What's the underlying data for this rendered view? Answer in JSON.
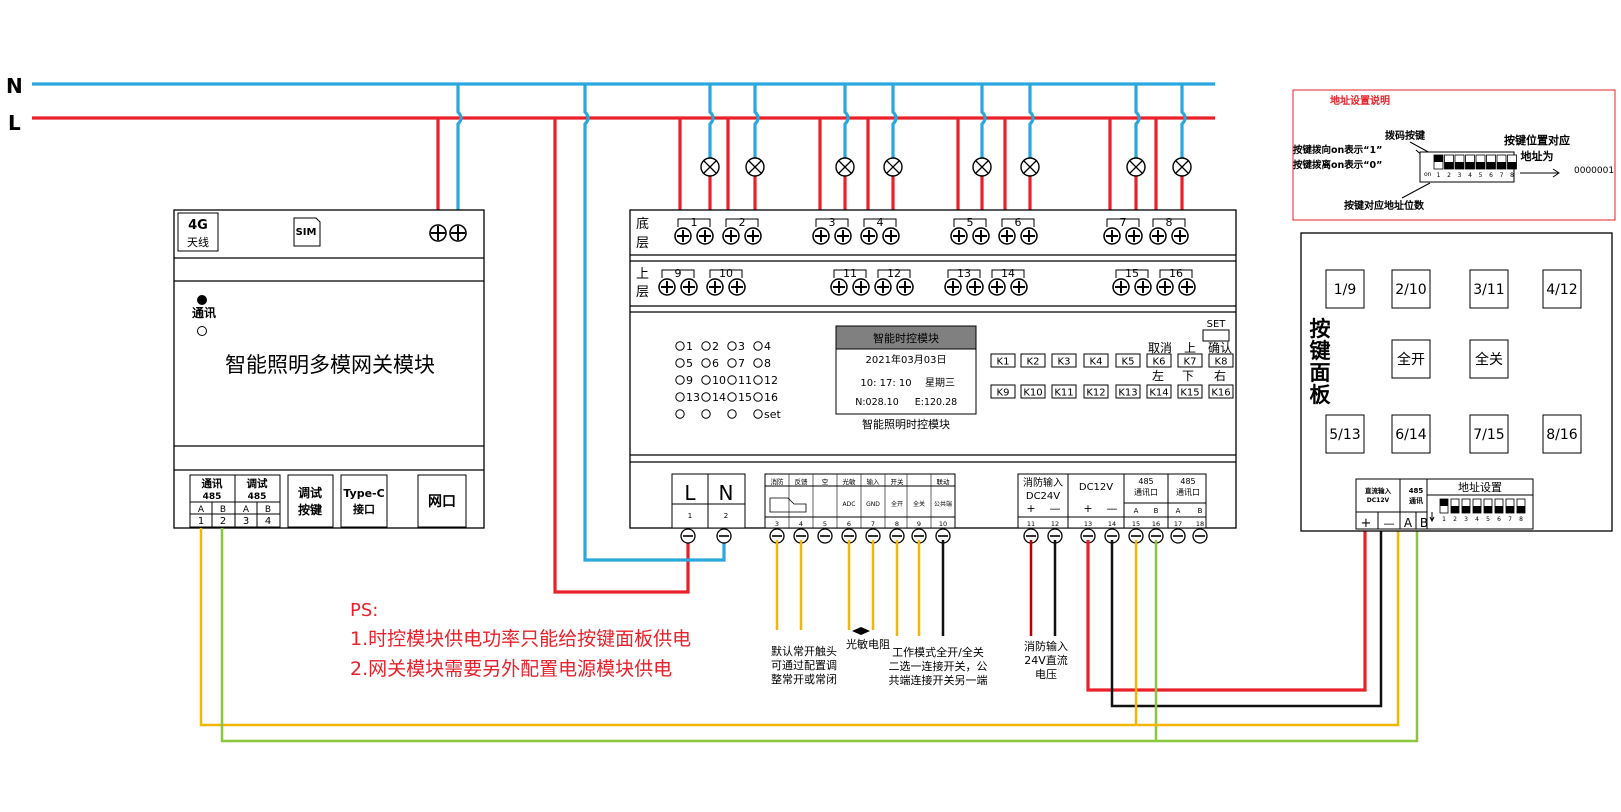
{
  "lines": {
    "n": "N",
    "l": "L"
  },
  "gateway": {
    "antenna": "4G",
    "antenna_sub": "天线",
    "sim": "SIM",
    "comm_led": "通讯",
    "title": "智能照明多模网关模块",
    "term_comm": "通讯",
    "term_comm_sub": "485",
    "term_debug": "调试",
    "term_debug_sub": "485",
    "pins": [
      "A",
      "B",
      "A",
      "B"
    ],
    "pin_nums": [
      "1",
      "2",
      "3",
      "4"
    ],
    "btn_debug": "调试",
    "btn_debug_2": "按键",
    "btn_typec": "Type-C",
    "btn_typec_2": "接口",
    "btn_net": "网口"
  },
  "timer": {
    "row_bottom": "底",
    "row_bottom_2": "层",
    "row_top": "上",
    "row_top_2": "层",
    "bottom_ch": [
      "1",
      "2",
      "3",
      "4",
      "5",
      "6",
      "7",
      "8"
    ],
    "top_ch": [
      "9",
      "10",
      "11",
      "12",
      "13",
      "14",
      "15",
      "16"
    ],
    "led_rows": [
      [
        "1",
        "2",
        "3",
        "4"
      ],
      [
        "5",
        "6",
        "7",
        "8"
      ],
      [
        "9",
        "10",
        "11",
        "12"
      ],
      [
        "13",
        "14",
        "15",
        "16"
      ],
      [
        "",
        "",
        "",
        "set"
      ]
    ],
    "lcd_title": "智能时控模块",
    "lcd_date": "2021年03月03日",
    "lcd_time": "10: 17: 10",
    "lcd_weekday": "星期三",
    "lcd_n": "N:028.10",
    "lcd_e": "E:120.28",
    "caption": "智能照明时控模块",
    "set": "SET",
    "key_labels": {
      "cancel": "取消",
      "up": "上",
      "confirm": "确认",
      "left": "左",
      "down": "下",
      "right": "右"
    },
    "keys_row1": [
      "K1",
      "K2",
      "K3",
      "K4",
      "K5",
      "K6",
      "K7",
      "K8"
    ],
    "keys_row2": [
      "K9",
      "K10",
      "K11",
      "K12",
      "K13",
      "K14",
      "K15",
      "K16"
    ],
    "power_l": "L",
    "power_n": "N",
    "power_nums": [
      "1",
      "2"
    ],
    "io_hdr": [
      "消防",
      "反馈",
      "空",
      "光敏",
      "输入",
      "开关",
      "",
      "联动"
    ],
    "io_sub": [
      "",
      "",
      "",
      "ADC",
      "GND",
      "全开",
      "全关",
      "公共端"
    ],
    "io_nums": [
      "3",
      "4",
      "5",
      "6",
      "7",
      "8",
      "9",
      "10"
    ],
    "fire_in": "消防输入",
    "fire_in_2": "DC24V",
    "dc12": "DC12V",
    "port485": "485",
    "port485_2": "通讯口",
    "plus": "+",
    "minus": "—",
    "ab": [
      "A",
      "B",
      "A",
      "B"
    ],
    "rnums": [
      "11",
      "12",
      "13",
      "14",
      "15",
      "16",
      "17",
      "18"
    ]
  },
  "notes": {
    "contact_1": "默认常开触头",
    "contact_2": "可通过配置调",
    "contact_3": "整常开或常闭",
    "ldr": "光敏电阻",
    "mode_1": "工作模式全开/全关",
    "mode_2": "二选一连接开关，公",
    "mode_3": "共端连接开关另一端",
    "fire_1": "消防输入",
    "fire_2": "24V直流",
    "fire_3": "电压",
    "ps": "PS:",
    "ps_1": "1.时控模块供电功率只能给按键面板供电",
    "ps_2": "2.网关模块需要另外配置电源模块供电"
  },
  "address": {
    "title": "地址设置说明",
    "dip_label": "拨码按键",
    "on_label": "按键拨向on表示“1”",
    "off_label": "按键拨离on表示“0”",
    "pos_label": "按键位置对应",
    "pos_label_2": "地址为",
    "value": "0000001",
    "bit_label": "按键对应地址位数",
    "on": "on",
    "dip_nums": [
      "1",
      "2",
      "3",
      "4",
      "5",
      "6",
      "7",
      "8"
    ]
  },
  "panel": {
    "title_chars": [
      "按",
      "键",
      "面",
      "板"
    ],
    "buttons": [
      "1/9",
      "2/10",
      "3/11",
      "4/12",
      "全开",
      "全关",
      "5/13",
      "6/14",
      "7/15",
      "8/16"
    ],
    "power_label": "直流输入",
    "power_label_2": "DC12V",
    "comm_label": "485",
    "comm_label_2": "通讯",
    "addr_label": "地址设置",
    "pins": [
      "+",
      "—",
      "A",
      "B"
    ]
  },
  "colors": {
    "n": "#2aa7dd",
    "l": "#e8212a",
    "a": "#f2b705",
    "b": "#8cc63f"
  }
}
